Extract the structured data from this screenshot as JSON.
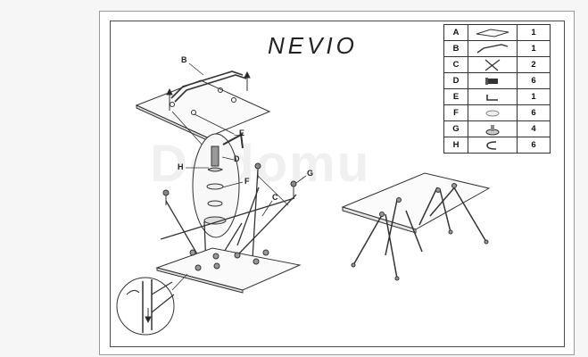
{
  "title": "NEVIO",
  "watermark": "Dodomu",
  "callouts": {
    "b": "B",
    "e": "E",
    "d": "D",
    "h": "H",
    "f": "F",
    "c": "C",
    "g": "G"
  },
  "parts_table": [
    {
      "letter": "A",
      "qty": "1",
      "icon": "glass-top-icon"
    },
    {
      "letter": "B",
      "qty": "1",
      "icon": "top-frame-icon"
    },
    {
      "letter": "C",
      "qty": "2",
      "icon": "cross-legs-icon"
    },
    {
      "letter": "D",
      "qty": "6",
      "icon": "bolt-icon"
    },
    {
      "letter": "E",
      "qty": "1",
      "icon": "allen-key-icon"
    },
    {
      "letter": "F",
      "qty": "6",
      "icon": "suction-cup-icon"
    },
    {
      "letter": "G",
      "qty": "4",
      "icon": "foot-cap-icon"
    },
    {
      "letter": "H",
      "qty": "6",
      "icon": "clip-icon"
    }
  ]
}
